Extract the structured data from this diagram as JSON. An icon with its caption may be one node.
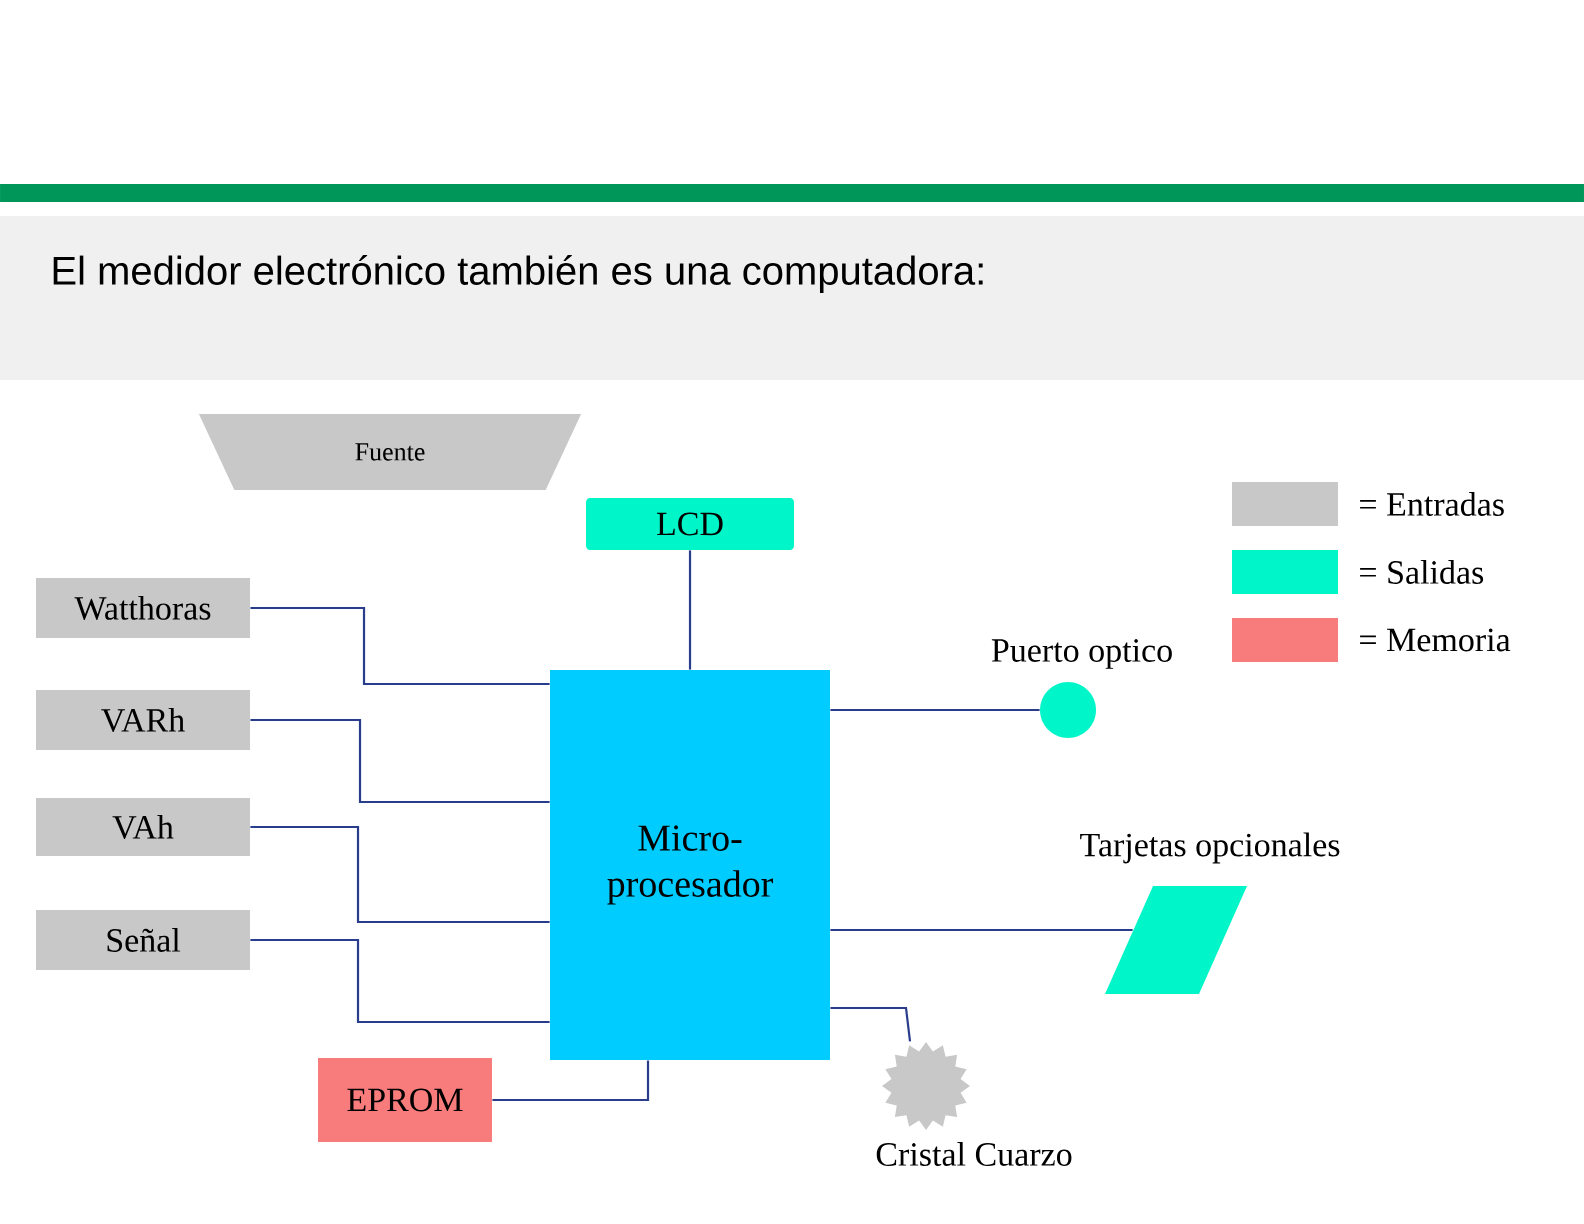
{
  "diagram": {
    "title": "El medidor electrónico también es una computadora:",
    "nodes": [
      {
        "text": [
          "Fuente"
        ]
      },
      {
        "text": [
          "LCD"
        ]
      },
      {
        "text": [
          "Watthoras"
        ]
      },
      {
        "text": [
          "VARh"
        ]
      },
      {
        "text": [
          "VAh"
        ]
      },
      {
        "text": [
          "Señal"
        ]
      },
      {
        "text": [
          "Micro- procesador"
        ]
      },
      {
        "text": [
          "EPROM"
        ]
      },
      {
        "text": [],
        "shape": "circle",
        "beside": [
          "Puerto optico"
        ]
      },
      {
        "text": [],
        "shape": "parallelogram",
        "beside": [
          "Tarjetas opcionales"
        ]
      },
      {
        "text": [],
        "shape": "star",
        "beside": [
          "Cristal Cuarzo"
        ]
      }
    ],
    "edges": [
      {
        "from": 1,
        "to": 6,
        "arrow": "none"
      },
      {
        "from": 2,
        "to": 6,
        "arrow": "none"
      },
      {
        "from": 3,
        "to": 6,
        "arrow": "none"
      },
      {
        "from": 4,
        "to": 6,
        "arrow": "none"
      },
      {
        "from": 5,
        "to": 6,
        "arrow": "none"
      },
      {
        "from": 7,
        "to": 6,
        "arrow": "none"
      },
      {
        "from": 6,
        "to": 8,
        "arrow": "none"
      },
      {
        "from": 6,
        "to": 9,
        "arrow": "none"
      },
      {
        "from": 6,
        "to": 10,
        "arrow": "none"
      }
    ],
    "legend": [
      {
        "text": "= Entradas",
        "color": "#c8c8c8"
      },
      {
        "text": "= Salidas",
        "color": "#00f5c8"
      },
      {
        "text": "= Memoria",
        "color": "#f87c7c"
      }
    ]
  }
}
